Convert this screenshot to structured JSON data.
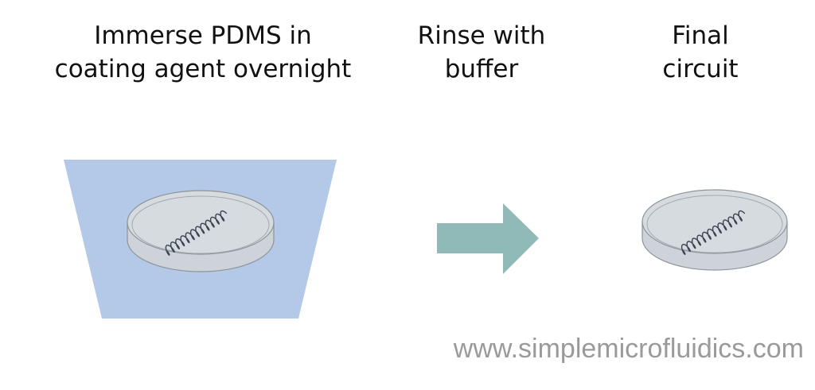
{
  "steps": [
    {
      "line1": "Immerse PDMS in",
      "line2": "coating agent overnight"
    },
    {
      "line1": "Rinse with",
      "line2": "buffer"
    },
    {
      "line1": "Final",
      "line2": "circuit"
    }
  ],
  "footer": {
    "url": "www.simplemicrofluidics.com"
  },
  "colors": {
    "bath": "#b4c8e8",
    "arrow": "#8fbab8",
    "dish_fill": "#d3d8de",
    "dish_stroke": "#8c949c",
    "coil": "#3a4450",
    "title_text": "#111111",
    "footer_text": "#9a9a9a"
  },
  "icons": {
    "bath": "coating-bath-icon",
    "dish": "petri-dish-icon",
    "coil": "microfluidic-coil-icon",
    "arrow": "right-arrow-icon"
  }
}
